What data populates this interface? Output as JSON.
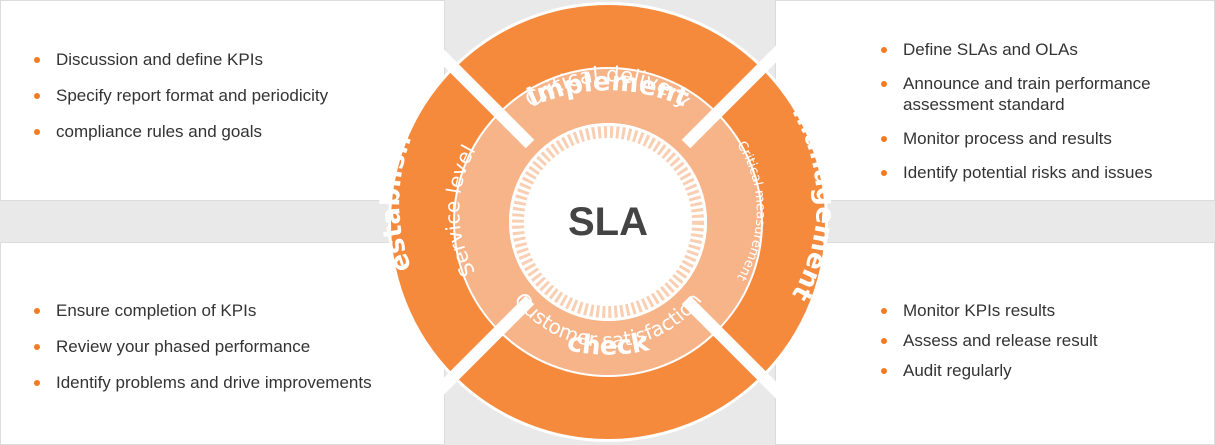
{
  "center_label": "SLA",
  "outer_ring": {
    "top": "implement",
    "right": "management",
    "bottom": "check",
    "left": "establish"
  },
  "inner_ring": {
    "top": "Critical delivery",
    "right": "Critical measurement",
    "bottom": "Customer satisfaction",
    "left": "Service level"
  },
  "panels": {
    "top_left": [
      "Discussion and define KPIs",
      "Specify report format and periodicity",
      "compliance rules and goals"
    ],
    "top_right": [
      "Define SLAs and OLAs",
      "Announce and train performance\n assessment standard",
      "Monitor process and results",
      "Identify potential risks and issues"
    ],
    "bottom_left": [
      "Ensure completion of KPIs",
      "Review your phased performance",
      "Identify problems and drive improvements"
    ],
    "bottom_right": [
      "Monitor KPIs results",
      "Assess and release result",
      "Audit regularly"
    ]
  },
  "colors": {
    "accent": "#f47b20",
    "ring_outer": "#f58a3d",
    "ring_inner": "#f7b489",
    "background": "#e9e9e9"
  }
}
